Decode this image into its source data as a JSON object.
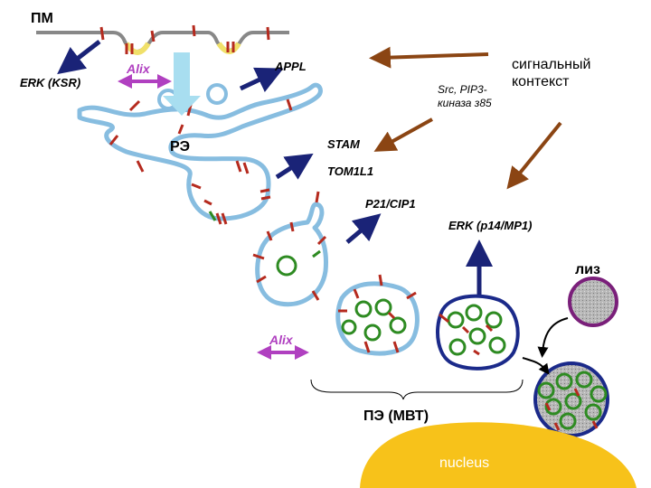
{
  "labels": {
    "pm": "ПМ",
    "erk_ksr": "ERK (KSR)",
    "alix_top": "Alix",
    "appl": "APPL",
    "re": "РЭ",
    "src_pip3": "Src, PIP3-киназа з85",
    "context": "сигнальный контекст",
    "stam": "STAM",
    "tom1l1": "TOM1L1",
    "p21": "P21/CIP1",
    "erk_p14": "ERK (p14/MP1)",
    "liz": "лиз",
    "alix_bottom": "Alix",
    "pe_mvt": "ПЭ (МВТ)",
    "nucleus": "nucleus"
  },
  "colors": {
    "membrane": "#87bde0",
    "navy_arrow": "#1a2377",
    "brown_arrow": "#8b4513",
    "marker_red": "#b52a1e",
    "vesicle_green": "#2e8b22",
    "alix_purple": "#b040c0",
    "nucleus_gold": "#f7c21a",
    "lysosome_rim": "#7a1f7a",
    "mvb_dark": "#1b2a8a",
    "pit_yellow": "#f0e06a"
  }
}
